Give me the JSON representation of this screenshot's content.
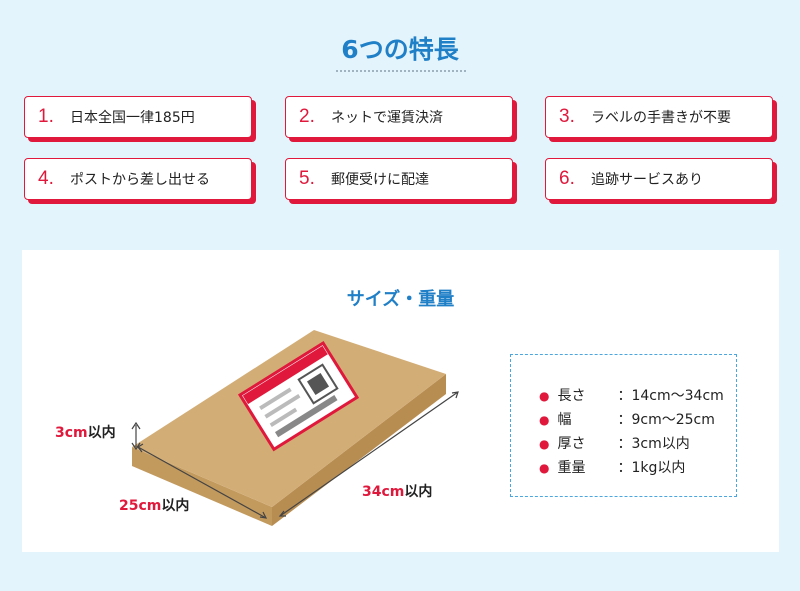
{
  "header": {
    "title": "6つの特長"
  },
  "features": [
    {
      "num": "1.",
      "text": "日本全国一律185円"
    },
    {
      "num": "2.",
      "text": "ネットで運賃決済"
    },
    {
      "num": "3.",
      "text": "ラベルの手書きが不要"
    },
    {
      "num": "4.",
      "text": "ポストから差し出せる"
    },
    {
      "num": "5.",
      "text": "郵便受けに配達"
    },
    {
      "num": "6.",
      "text": "追跡サービスあり"
    }
  ],
  "size_section": {
    "title": "サイズ・重量",
    "dimensions": {
      "height_num": "3cm",
      "height_unit": "以内",
      "width_num": "25cm",
      "width_unit": "以内",
      "length_num": "34cm",
      "length_unit": "以内"
    },
    "specs": [
      {
        "label": "長さ",
        "value": "：14cm〜34cm"
      },
      {
        "label": "幅",
        "value": "：9cm〜25cm"
      },
      {
        "label": "厚さ",
        "value": "：3cm以内"
      },
      {
        "label": "重量",
        "value": "：1kg以内"
      }
    ]
  },
  "colors": {
    "accent_red": "#e0193c",
    "accent_blue": "#1f7fc7",
    "box_kraft": "#d3ad76"
  }
}
